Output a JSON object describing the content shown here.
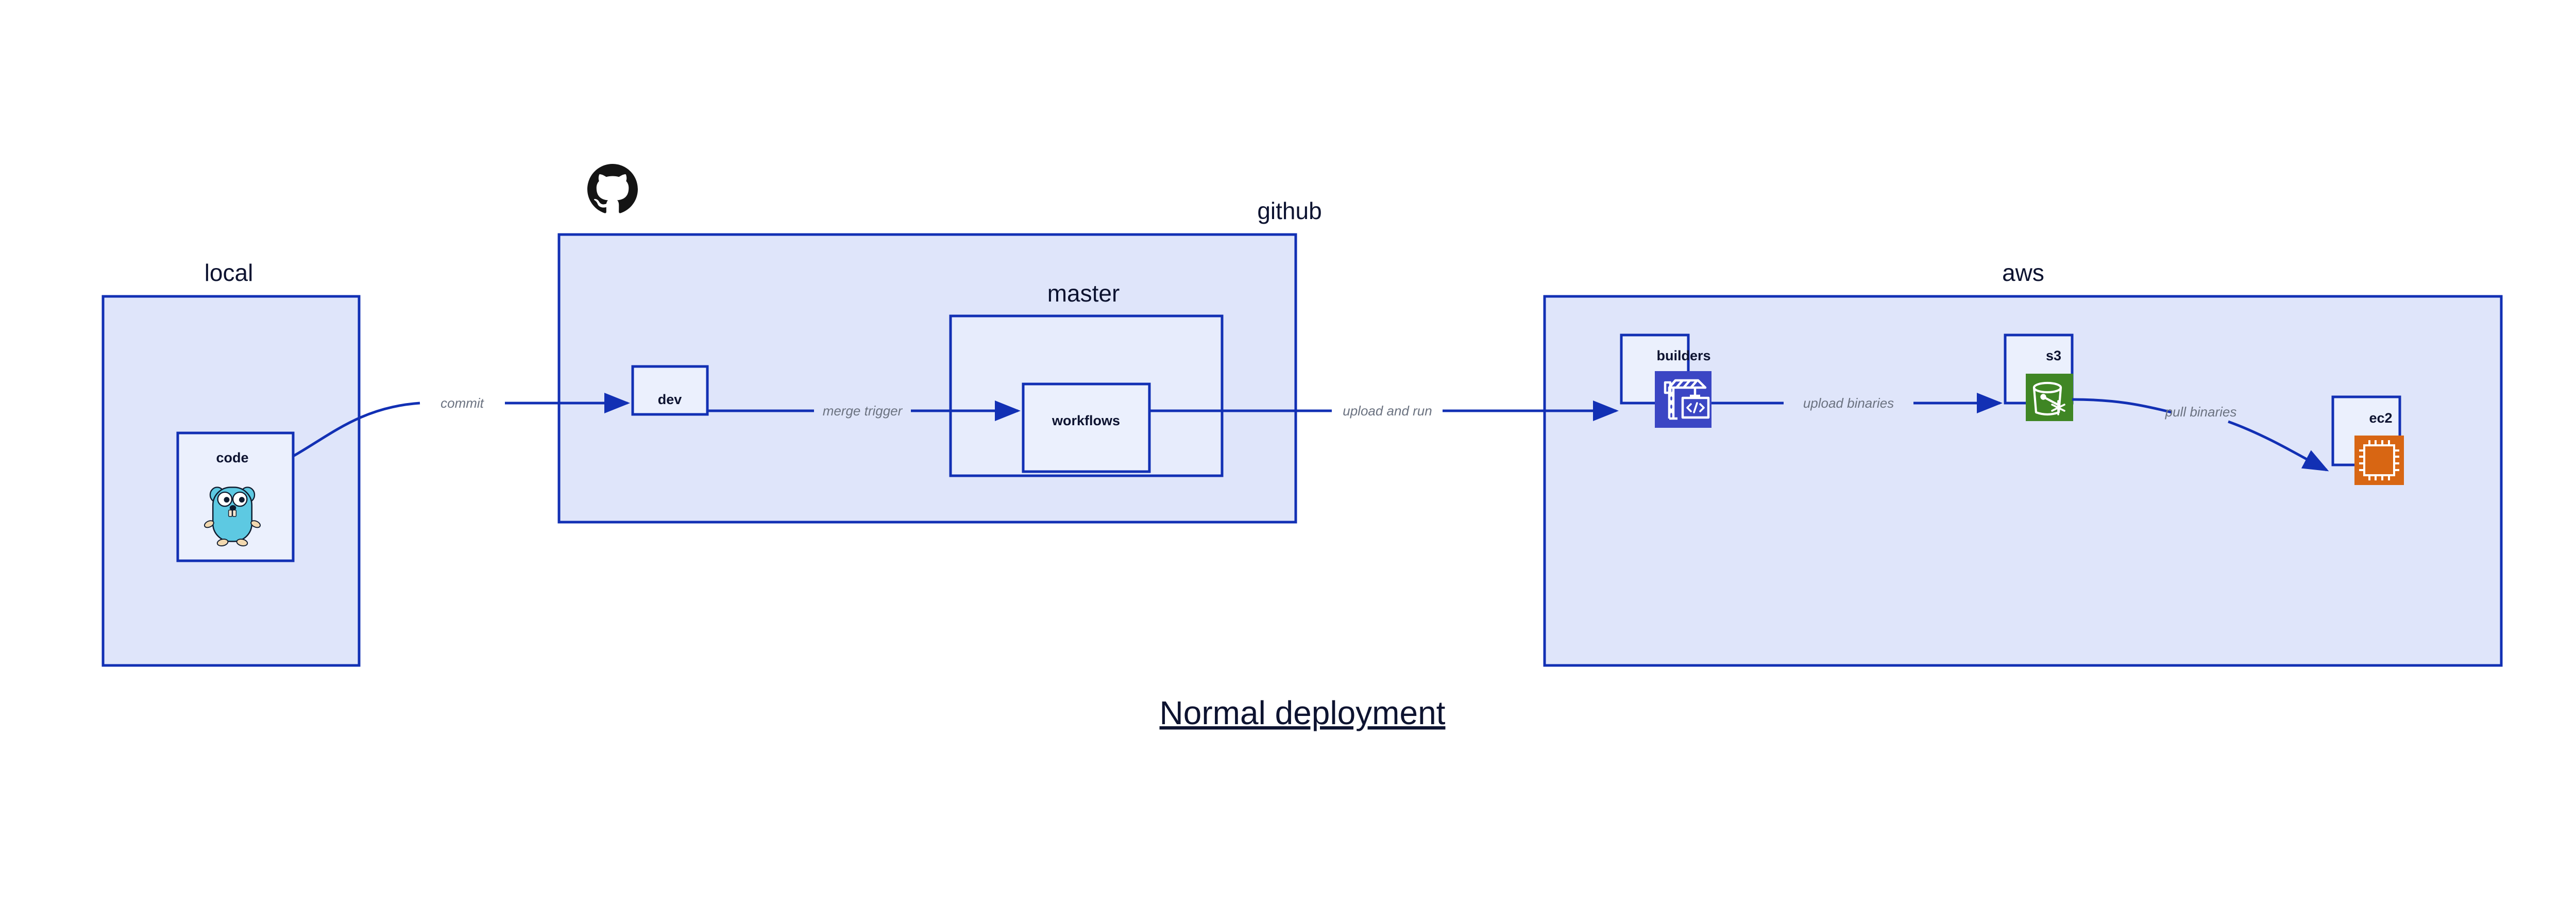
{
  "title": "Normal deployment",
  "groups": [
    {
      "id": "local",
      "label": "local"
    },
    {
      "id": "github",
      "label": "github"
    },
    {
      "id": "master",
      "label": "master"
    },
    {
      "id": "aws",
      "label": "aws"
    }
  ],
  "nodes": [
    {
      "id": "code",
      "label": "code",
      "icon": "go-gopher-icon"
    },
    {
      "id": "dev",
      "label": "dev",
      "icon": "none"
    },
    {
      "id": "workflows",
      "label": "workflows",
      "icon": "none"
    },
    {
      "id": "builders",
      "label": "builders",
      "icon": "aws-codebuild-icon"
    },
    {
      "id": "s3",
      "label": "s3",
      "icon": "aws-s3-bucket-icon"
    },
    {
      "id": "ec2",
      "label": "ec2",
      "icon": "aws-ec2-chip-icon"
    }
  ],
  "edges": [
    {
      "id": "commit",
      "label": "commit",
      "from": "code",
      "to": "dev"
    },
    {
      "id": "merge-trigger",
      "label": "merge trigger",
      "from": "dev",
      "to": "workflows"
    },
    {
      "id": "upload-and-run",
      "label": "upload and run",
      "from": "workflows",
      "to": "builders"
    },
    {
      "id": "upload-binaries",
      "label": "upload binaries",
      "from": "builders",
      "to": "s3"
    },
    {
      "id": "pull-binaries",
      "label": "pull binaries",
      "from": "s3",
      "to": "ec2"
    }
  ],
  "icons": {
    "github_logo": "github-octocat-icon"
  },
  "colors": {
    "container_fill": "#dfe5fa",
    "subcontainer_fill": "#e7ecfc",
    "node_fill": "#ebf0fd",
    "border_blue": "#1230b4",
    "edge_blue": "#1230b4",
    "edge_label_gray": "#6b7280",
    "text_navy": "#0d1330",
    "codebuild_blue": "#3b46c4",
    "s3_green": "#3f8624",
    "ec2_orange": "#d86613",
    "gopher_cyan": "#5dc9e2",
    "github_black": "#141414"
  }
}
